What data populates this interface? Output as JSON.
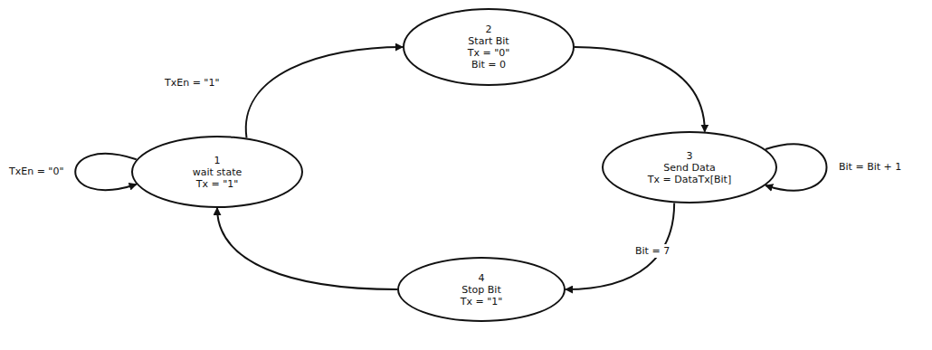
{
  "diagram": {
    "nodes": [
      {
        "text": [
          "1",
          "wait state",
          "Tx = \"1\""
        ]
      },
      {
        "text": [
          "2",
          "Start Bit",
          "Tx = \"0\"",
          "Bit = 0"
        ]
      },
      {
        "text": [
          "3",
          "Send Data",
          "Tx = DataTx[Bit]"
        ]
      },
      {
        "text": [
          "4",
          "Stop Bit",
          "Tx = \"1\""
        ]
      }
    ],
    "edges": [
      {
        "from": 0,
        "to": 0,
        "label": "TxEn = \"0\"",
        "arrow": "to"
      },
      {
        "from": 0,
        "to": 1,
        "label": "TxEn = \"1\"",
        "arrow": "to"
      },
      {
        "from": 1,
        "to": 2,
        "arrow": "to"
      },
      {
        "from": 2,
        "to": 2,
        "label": "Bit = Bit + 1",
        "arrow": "to"
      },
      {
        "from": 2,
        "to": 3,
        "label": "Bit = 7",
        "arrow": "to"
      },
      {
        "from": 3,
        "to": 0,
        "arrow": "to"
      }
    ]
  }
}
